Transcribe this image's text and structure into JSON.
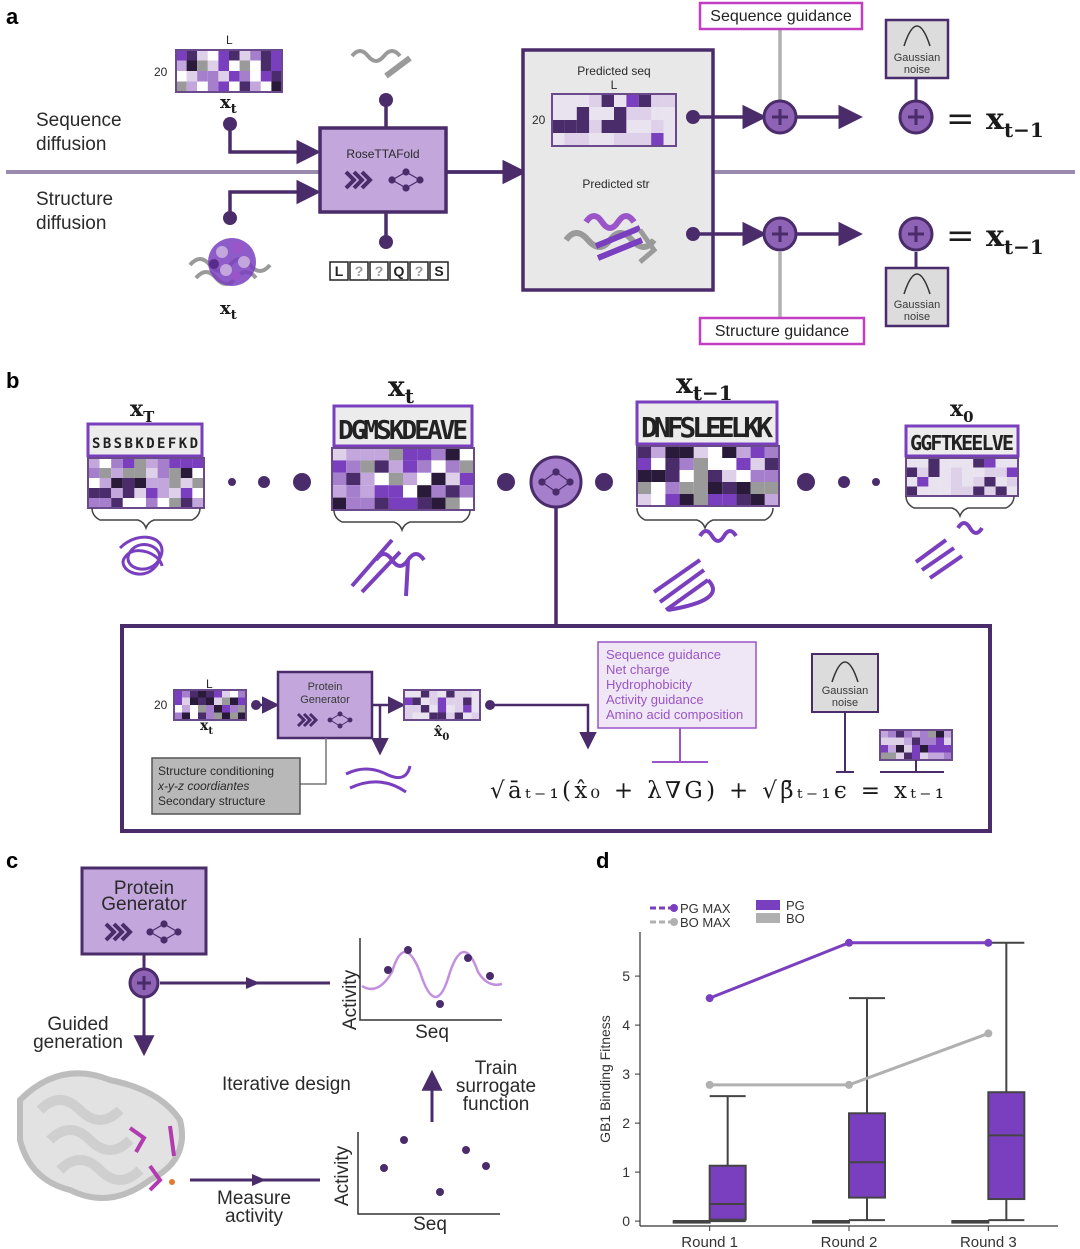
{
  "colors": {
    "dark_purple": "#4a2c6a",
    "medium_purple": "#7a3fbf",
    "light_purple": "#c2a6dc",
    "lavender": "#ddd0e8",
    "grey": "#b0b0b0",
    "magenta": "#c23fc2"
  },
  "panel_a": {
    "letter": "a",
    "sequence_diffusion": [
      "Sequence",
      "diffusion"
    ],
    "structure_diffusion": [
      "Structure",
      "diffusion"
    ],
    "matrix_length_label": "L",
    "matrix_rows_label": "20",
    "xt": "x",
    "xt_sub": "t",
    "rosettafold": "RoseTTAFold",
    "mask_tokens": [
      "L",
      "?",
      "?",
      "Q",
      "?",
      "S"
    ],
    "predicted_seq": "Predicted seq",
    "predicted_seq_L": "L",
    "predicted_seq_20": "20",
    "predicted_str": "Predicted str",
    "sequence_guidance": "Sequence guidance",
    "structure_guidance": "Structure guidance",
    "gaussian_noise": [
      "Gaussian",
      "noise"
    ],
    "eq_symbol": "=",
    "x_t_minus_1": "x",
    "x_t_minus_1_sub": "t−1",
    "plus_icon": "plus-circle-icon"
  },
  "panel_b": {
    "letter": "b",
    "xT": "x",
    "xT_sub": "T",
    "xt": "x",
    "xt_sub": "t",
    "xtm1": "x",
    "xtm1_sub": "t−1",
    "x0": "x",
    "x0_sub": "0",
    "logo_xT": "SBSBKDEFKD",
    "logo_xt": "DGMSKDEAVE",
    "logo_xtm1": "DNFSLEELKK",
    "logo_x0": "GGFTKEELVE",
    "inner_L": "L",
    "inner_20": "20",
    "inner_xt": "x",
    "inner_xt_sub": "t",
    "protein_generator": [
      "Protein",
      "Generator"
    ],
    "x0_hat": "x̂",
    "x0_hat_sub": "0",
    "structure_conditioning": [
      "Structure conditioning",
      "x-y-z coordiantes",
      "Secondary structure"
    ],
    "sequence_guidance_list": [
      "Sequence guidance",
      "Net charge",
      "Hydrophobicity",
      "Activity guidance",
      "Amino acid composition"
    ],
    "gaussian_noise": [
      "Gaussian",
      "noise"
    ],
    "equation": "√āₜ₋₁(x̂₀ + λ∇G) + √β̄ₜ₋₁ϵ = xₜ₋₁"
  },
  "panel_c": {
    "letter": "c",
    "protein_generator": [
      "Protein",
      "Generator"
    ],
    "guided_generation": [
      "Guided",
      "generation"
    ],
    "iterative_design": "Iterative design",
    "measure_activity": [
      "Measure",
      "activity"
    ],
    "train_surrogate": [
      "Train",
      "surrogate",
      "function"
    ],
    "activity_axis": "Activity",
    "seq_axis": "Seq"
  },
  "panel_d": {
    "letter": "d",
    "legend": [
      "PG MAX",
      "BO MAX",
      "PG",
      "BO"
    ]
  },
  "chart_data": {
    "type": "box",
    "title": "",
    "xlabel": "",
    "ylabel": "GB1 Binding Fitness",
    "categories": [
      "Round 1",
      "Round 2",
      "Round 3"
    ],
    "ylim": [
      -0.1,
      5.9
    ],
    "yticks": [
      0,
      1,
      2,
      3,
      4,
      5
    ],
    "legend_position": "top-left",
    "series": [
      {
        "name": "PG",
        "color": "#7a3fbf",
        "boxes": [
          {
            "min": 0.0,
            "q1": 0.03,
            "median": 0.35,
            "q3": 1.13,
            "max": 2.55
          },
          {
            "min": 0.02,
            "q1": 0.48,
            "median": 1.2,
            "q3": 2.2,
            "max": 4.55
          },
          {
            "min": 0.02,
            "q1": 0.45,
            "median": 1.75,
            "q3": 2.63,
            "max": 5.68
          }
        ]
      },
      {
        "name": "BO",
        "color": "#b0b0b0",
        "boxes": [
          {
            "min": 0.0,
            "q1": 0.0,
            "median": 0.0,
            "q3": 0.0,
            "max": 0.0
          },
          {
            "min": 0.0,
            "q1": 0.0,
            "median": 0.0,
            "q3": 0.0,
            "max": 0.0
          },
          {
            "min": 0.0,
            "q1": 0.0,
            "median": 0.0,
            "q3": 0.0,
            "max": 0.0
          }
        ]
      },
      {
        "name": "PG MAX",
        "color": "#7a3fbf",
        "values": [
          4.55,
          5.68,
          5.68
        ]
      },
      {
        "name": "BO MAX",
        "color": "#b0b0b0",
        "values": [
          2.78,
          2.78,
          3.83
        ]
      }
    ]
  }
}
